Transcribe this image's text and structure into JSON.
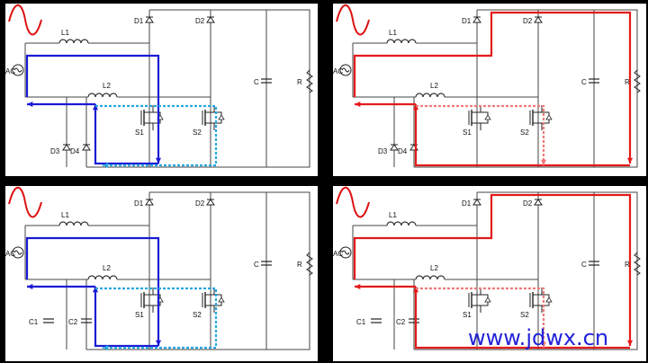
{
  "panels": [
    {
      "id": "p1",
      "scheme": "blue",
      "input": "AC",
      "inductors": [
        "L1",
        "L2"
      ],
      "diodes": [
        "D1",
        "D2",
        "D3",
        "D4"
      ],
      "switches": [
        "S1",
        "S2"
      ],
      "capacitor": "C",
      "resistor": "R",
      "bottom_caps": []
    },
    {
      "id": "p2",
      "scheme": "red",
      "input": "AC",
      "inductors": [
        "L1",
        "L2"
      ],
      "diodes": [
        "D1",
        "D2",
        "D3",
        "D4"
      ],
      "switches": [
        "S1",
        "S2"
      ],
      "capacitor": "C",
      "resistor": "R",
      "bottom_caps": []
    },
    {
      "id": "p3",
      "scheme": "blue",
      "input": "AC",
      "inductors": [
        "L1",
        "L2"
      ],
      "diodes": [
        "D1",
        "D2"
      ],
      "switches": [
        "S1",
        "S2"
      ],
      "capacitor": "C",
      "resistor": "R",
      "bottom_caps": [
        "C1",
        "C2"
      ]
    },
    {
      "id": "p4",
      "scheme": "red",
      "input": "AC",
      "inductors": [
        "L1",
        "L2"
      ],
      "diodes": [
        "D1",
        "D2"
      ],
      "switches": [
        "S1",
        "S2"
      ],
      "capacitor": "C",
      "resistor": "R",
      "bottom_caps": [
        "C1",
        "C2"
      ]
    }
  ],
  "colors": {
    "blue": "#1a1ad6",
    "blue_dashed": "#26a8e0",
    "red": "#e31a1a",
    "red_dashed": "#f07a7a",
    "wave": "#dd1111"
  },
  "watermark": "www.jdwx.cn"
}
